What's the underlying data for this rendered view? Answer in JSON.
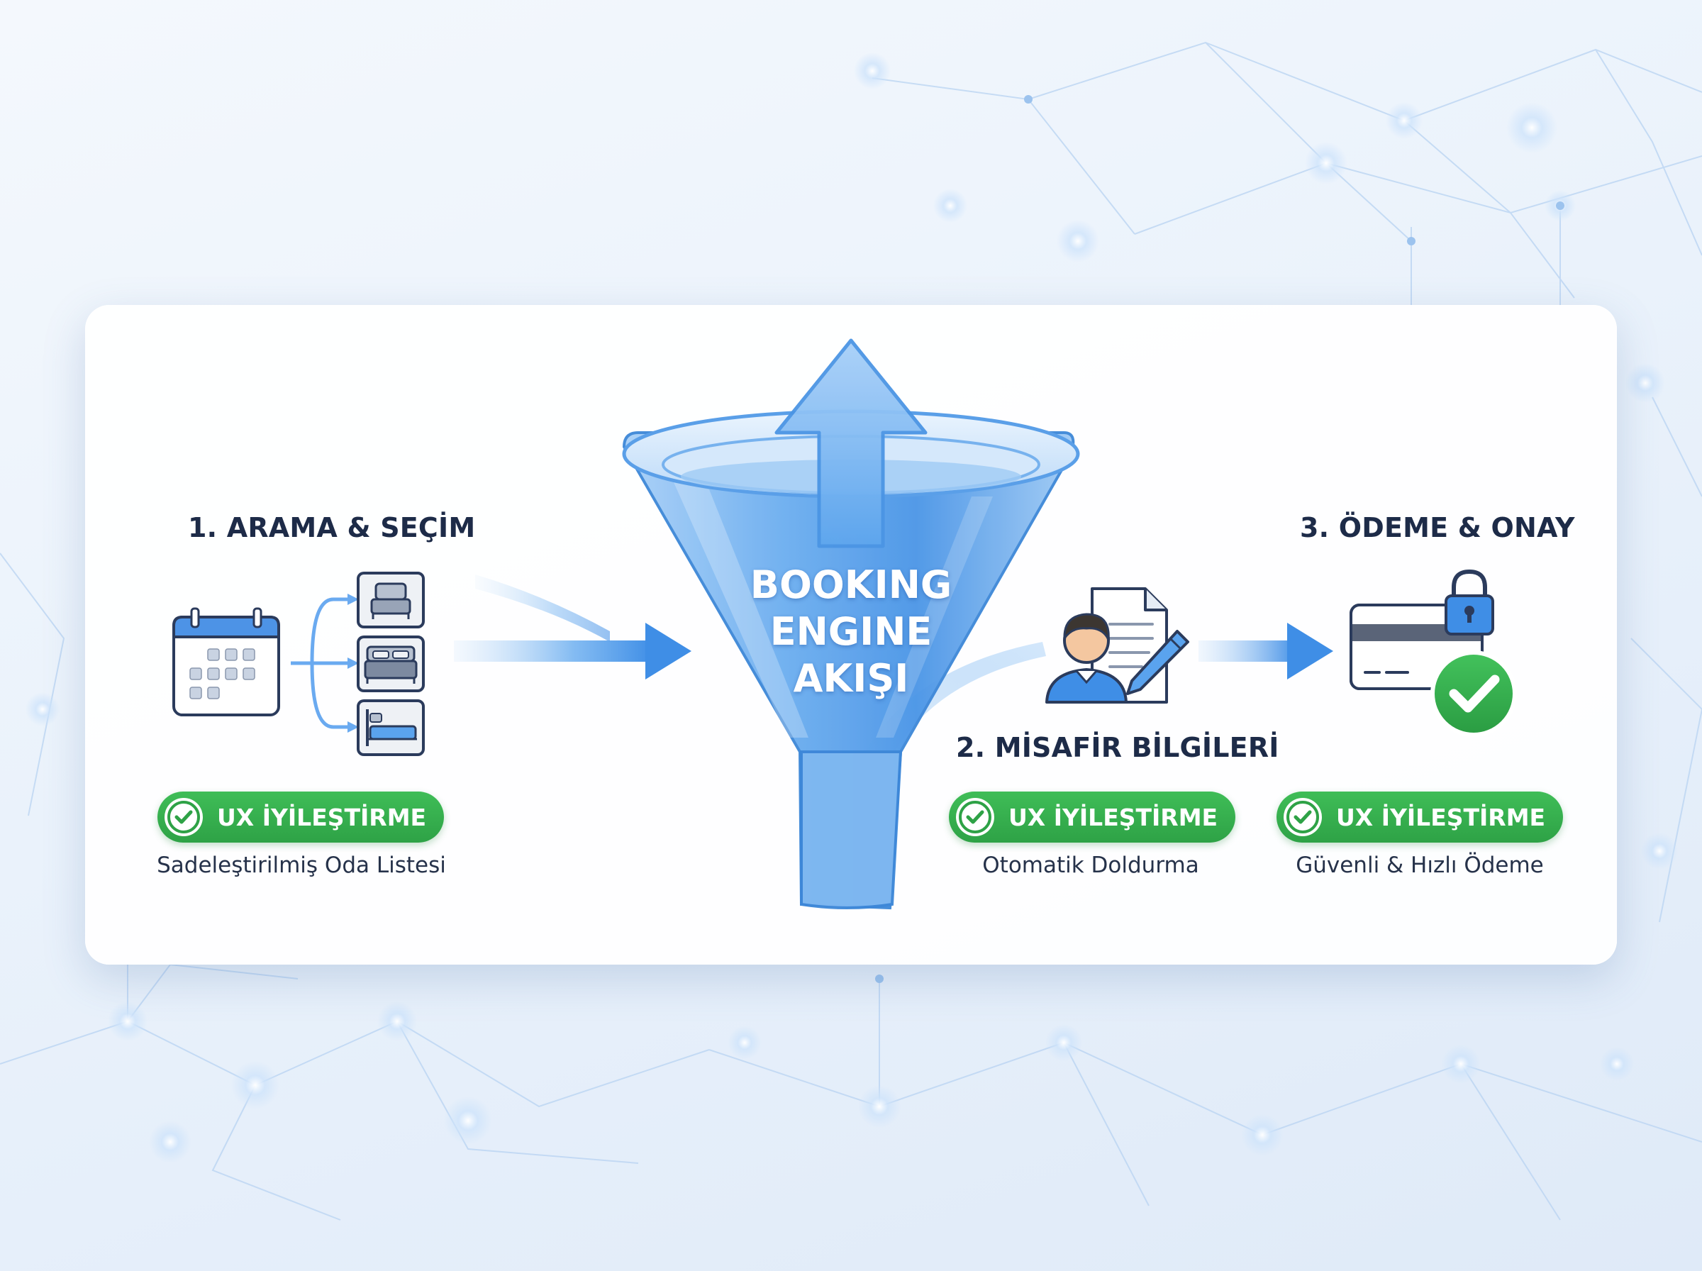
{
  "funnel": {
    "line1": "BOOKING",
    "line2": "ENGINE",
    "line3": "AKIŞI"
  },
  "steps": [
    {
      "title": "1. ARAMA & SEÇİM",
      "badge": "UX İYİLEŞTİRME",
      "caption": "Sadeleştirilmiş Oda Listesi"
    },
    {
      "title": "2. MİSAFİR BİLGİLERİ",
      "badge": "UX İYİLEŞTİRME",
      "caption": "Otomatik Doldurma"
    },
    {
      "title": "3. ÖDEME & ONAY",
      "badge": "UX İYİLEŞTİRME",
      "caption": "Güvenli & Hızlı Ödeme"
    }
  ],
  "icons": {
    "step1": [
      "calendar-icon",
      "single-bed-icon",
      "double-bed-icon",
      "bunk-bed-icon"
    ],
    "step2": [
      "guest-avatar-icon",
      "form-document-icon",
      "pen-icon"
    ],
    "step3": [
      "credit-card-icon",
      "padlock-icon",
      "checkmark-icon"
    ]
  },
  "colors": {
    "accent_blue": "#3f8ee6",
    "funnel_blue": "#5aa3ee",
    "success_green": "#34b04d",
    "title_text": "#1d2b48"
  }
}
